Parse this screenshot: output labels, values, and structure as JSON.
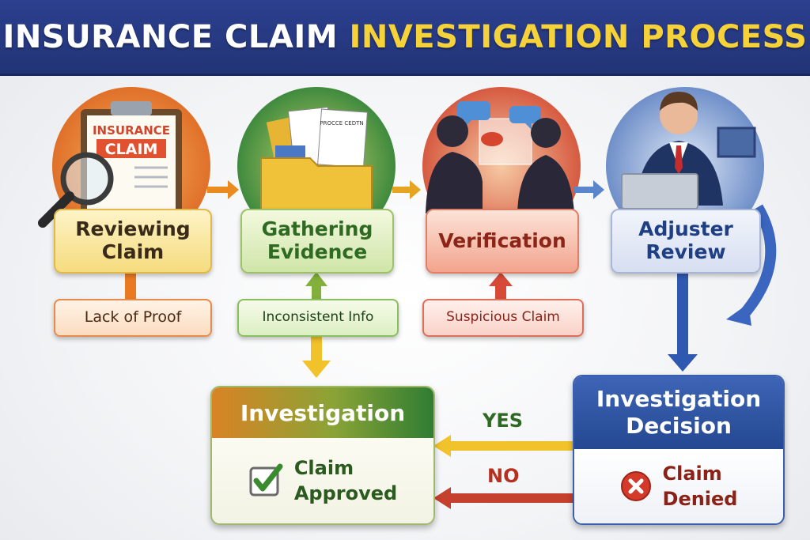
{
  "title": {
    "part1": "INSURANCE CLAIM",
    "part2": "INVESTIGATION PROCESS"
  },
  "steps": [
    {
      "line1": "Reviewing",
      "line2": "Claim",
      "issue": "Lack of Proof"
    },
    {
      "line1": "Gathering",
      "line2": "Evidence",
      "issue": "Inconsistent Info"
    },
    {
      "line1": "Verification",
      "line2": "",
      "issue": "Suspicious Claim"
    },
    {
      "line1": "Adjuster",
      "line2": "Review",
      "issue": ""
    }
  ],
  "illustration_text": {
    "claim_line1": "INSURANCE",
    "claim_line2": "CLAIM",
    "doc_header": "PROCCE CEDTN"
  },
  "decision": {
    "title_line1": "Investigation",
    "title_line2": "Decision",
    "result_line1": "Claim",
    "result_line2": "Denied"
  },
  "investigation": {
    "title": "Investigation",
    "result_line1": "Claim",
    "result_line2": "Approved"
  },
  "branches": {
    "yes": "YES",
    "no": "NO"
  },
  "colors": {
    "header": "#26397f",
    "accent_yellow": "#f6d23a",
    "orange": "#e8762a",
    "green": "#4f9a3a",
    "red": "#c64a3c",
    "blue": "#3559a8"
  }
}
